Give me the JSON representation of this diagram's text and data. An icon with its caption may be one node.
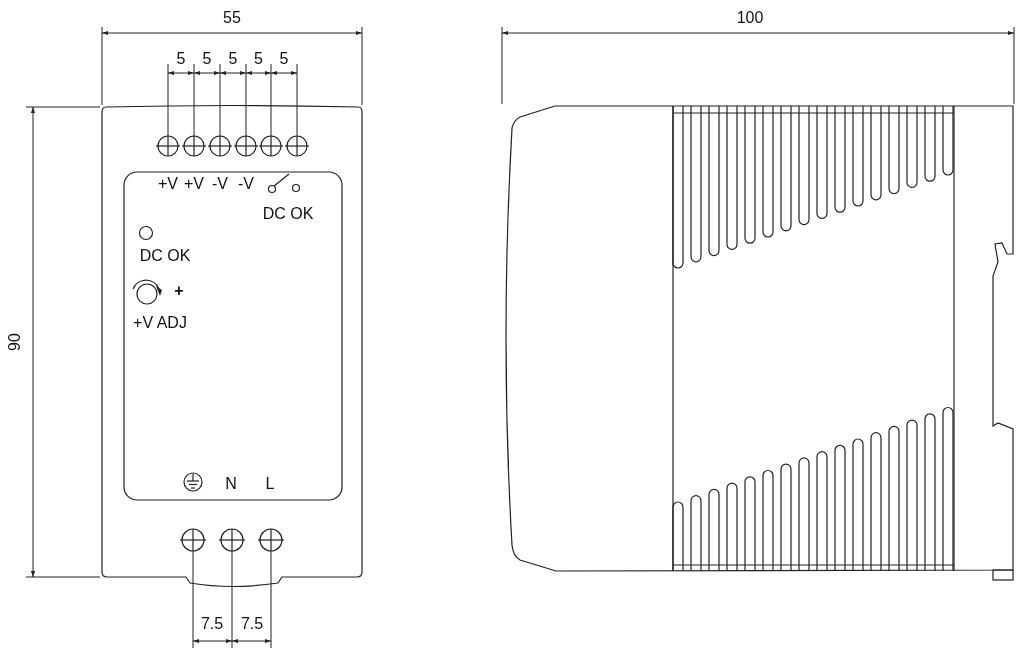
{
  "diagram": {
    "labels": [
      "55",
      "100",
      "5",
      "5",
      "5",
      "5",
      "5",
      "+V",
      "+V",
      "-V",
      "-V",
      "DC OK",
      "DC OK",
      "+",
      "+V ADJ",
      "90",
      "N",
      "L",
      "7.5",
      "7.5"
    ]
  }
}
